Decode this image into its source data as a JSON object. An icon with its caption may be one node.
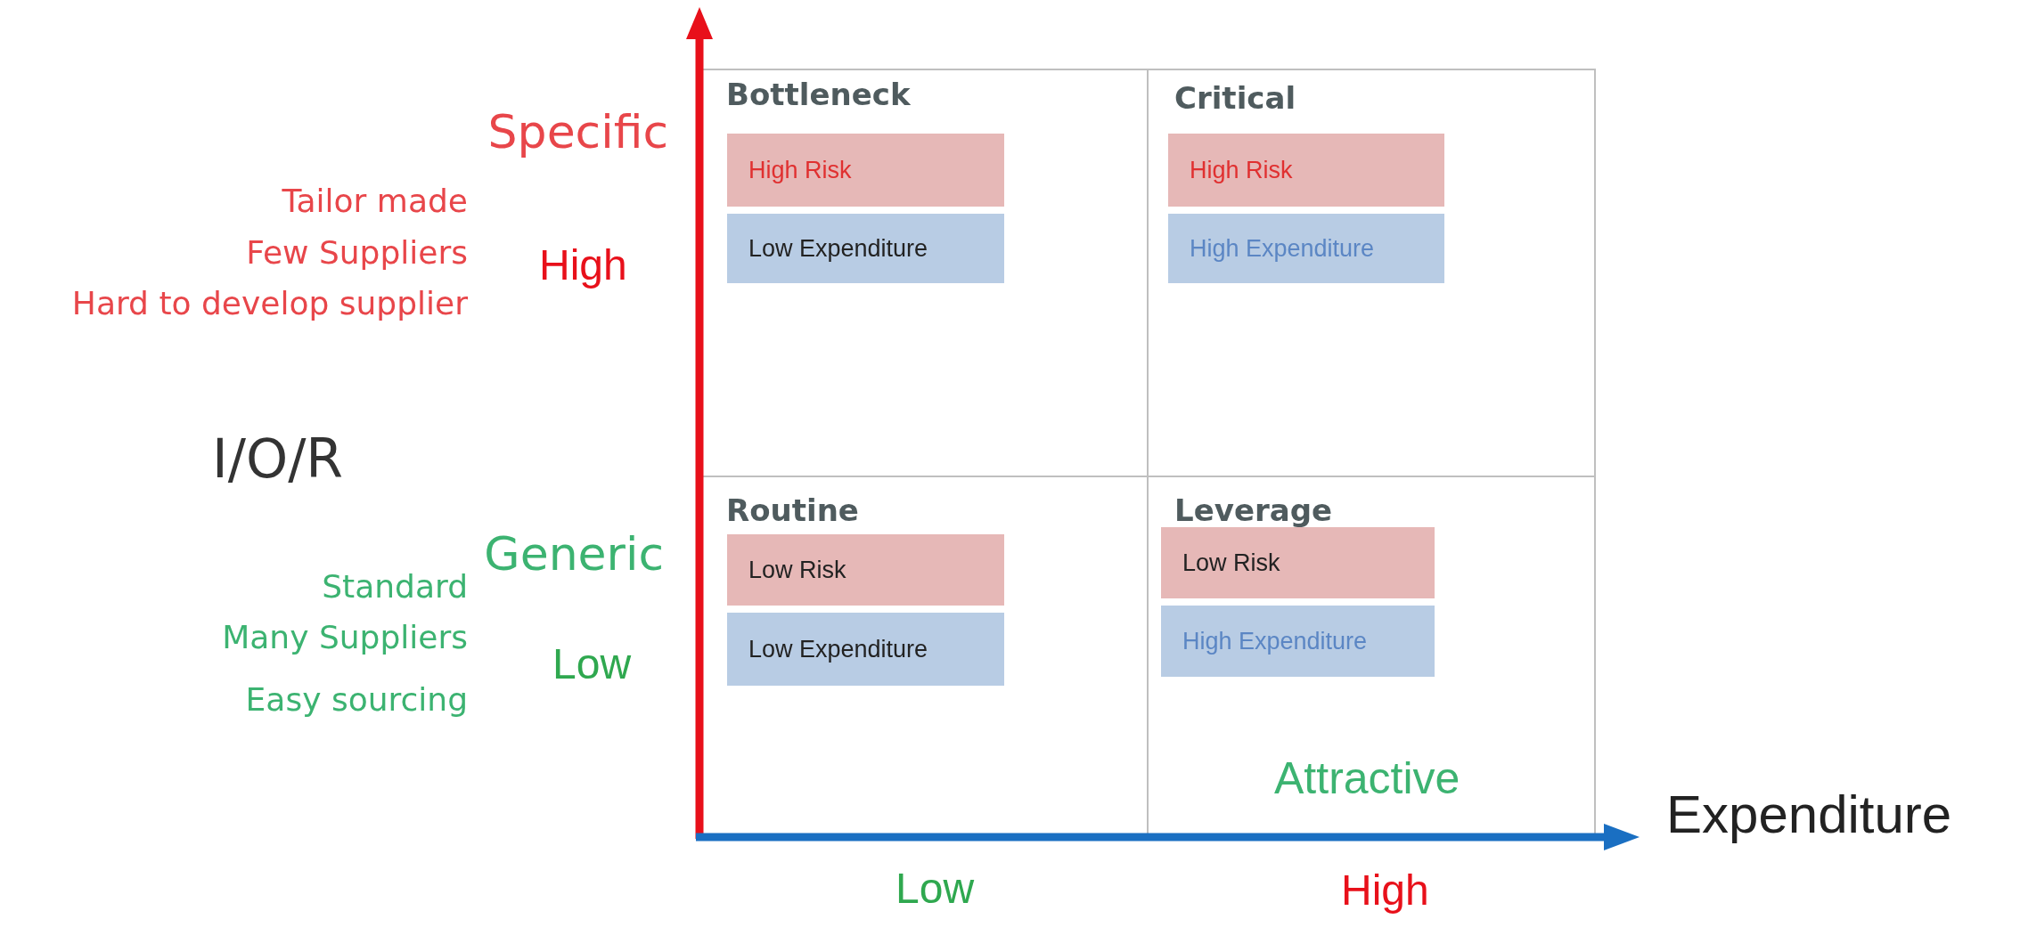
{
  "diagram": {
    "nodes": [
      {
        "text": [
          "Bottleneck"
        ]
      },
      {
        "text": [
          "High Risk"
        ],
        "in": 0
      },
      {
        "text": [
          "Low Expenditure"
        ],
        "in": 0
      },
      {
        "text": [
          "Critical"
        ]
      },
      {
        "text": [
          "High Risk"
        ],
        "in": 3
      },
      {
        "text": [
          "High Expenditure"
        ],
        "in": 3
      },
      {
        "text": [
          "Routine"
        ]
      },
      {
        "text": [
          "Low Risk"
        ],
        "in": 6
      },
      {
        "text": [
          "Low Expenditure"
        ],
        "in": 6
      },
      {
        "text": [
          "Leverage"
        ]
      },
      {
        "text": [
          "Low Risk"
        ],
        "in": 9
      },
      {
        "text": [
          "High Expenditure"
        ],
        "in": 9
      }
    ],
    "edges": [],
    "labels": [
      "Specific",
      "Tailor made",
      "Few Suppliers",
      "Hard to develop supplier",
      "High",
      "I/O/R",
      "Generic",
      "Standard",
      "Many Suppliers",
      "Easy sourcing",
      "Low",
      "Attractive",
      "Expenditure",
      "Low",
      "High"
    ]
  }
}
